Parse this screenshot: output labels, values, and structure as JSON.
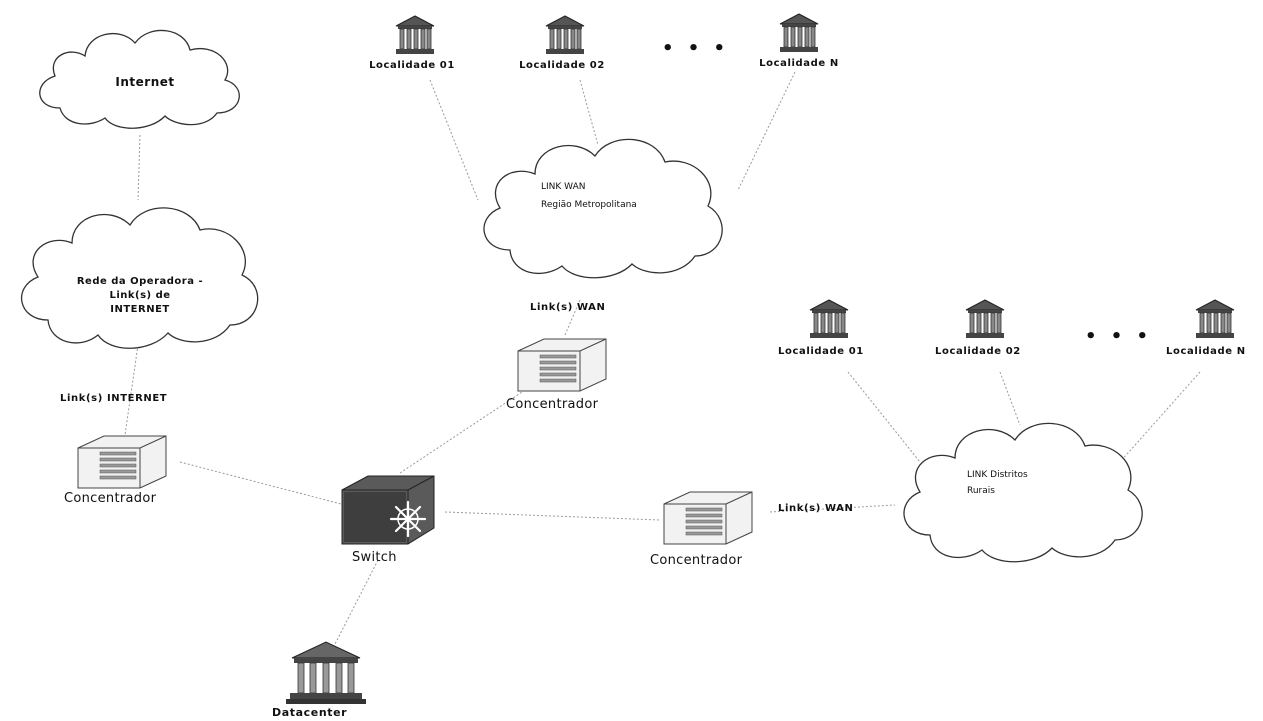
{
  "internet_cloud": {
    "label": "Internet"
  },
  "operator_cloud": {
    "line1": "Rede da Operadora -",
    "line2": "Link(s) de",
    "line3": "INTERNET"
  },
  "link_internet": "Link(s) INTERNET",
  "concentrador_left": "Concentrador",
  "switch": "Switch",
  "datacenter": "Datacenter",
  "metro": {
    "loc1": "Localidade 01",
    "loc2": "Localidade 02",
    "dots": "• • •",
    "locN": "Localidade N",
    "cloud_line1": "LINK WAN",
    "cloud_line2": "Região Metropolitana",
    "link_wan": "Link(s) WAN",
    "concentrador": "Concentrador"
  },
  "rural": {
    "loc1": "Localidade 01",
    "loc2": "Localidade 02",
    "dots": "• • •",
    "locN": "Localidade N",
    "cloud_line1": "LINK Distritos",
    "cloud_line2": "Rurais",
    "link_wan": "Link(s) WAN",
    "concentrador": "Concentrador"
  }
}
